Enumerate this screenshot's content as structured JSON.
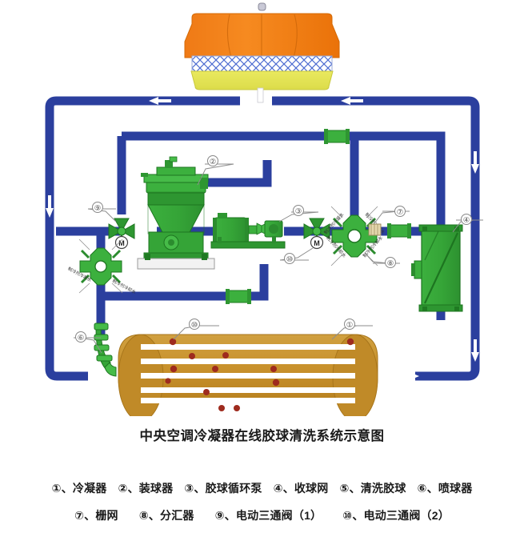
{
  "title": "中央空调冷凝器在线胶球清洗系统示意图",
  "legend": {
    "row1": [
      {
        "marker": "①",
        "sep": "、",
        "label": "冷凝器"
      },
      {
        "marker": "②",
        "sep": "、",
        "label": "装球器"
      },
      {
        "marker": "③",
        "sep": "、",
        "label": "胶球循环泵"
      },
      {
        "marker": "④",
        "sep": "、",
        "label": "收球网"
      },
      {
        "marker": "⑤",
        "sep": "、",
        "label": "清洗胶球"
      },
      {
        "marker": "⑥",
        "sep": "、",
        "label": "喷球器"
      }
    ],
    "row2": [
      {
        "marker": "⑦",
        "sep": "、",
        "label": "栅网"
      },
      {
        "marker": "⑧",
        "sep": "、",
        "label": "分汇器"
      },
      {
        "marker": "⑨",
        "sep": "、",
        "label": "电动三通阀（1）"
      },
      {
        "marker": "⑩",
        "sep": "、",
        "label": "电动三通阀（2）"
      }
    ]
  },
  "callouts": {
    "condenser": "①",
    "ball_loader": "②",
    "circulation_pump": "③",
    "ball_catcher": "④",
    "cleaning_balls": "⑩",
    "ball_injector": "⑥",
    "grille": "⑦",
    "distributor": "⑧",
    "three_way_valve_1": "⑨",
    "three_way_valve_2": "⑩"
  },
  "valve_actuators": {
    "valve_9_symbol": "M",
    "valve_10_symbol": "M"
  },
  "pipe_labels": {
    "left_upper": "制冷剂冷凝水",
    "left_lower": "制冷剂冷却水",
    "right_upper": "制冷剂冷凝水",
    "right_lower": "制冷剂冷却水"
  },
  "flow_arrows": [
    {
      "name": "top-left-arrow",
      "direction": "left"
    },
    {
      "name": "top-right-arrow",
      "direction": "left"
    },
    {
      "name": "left-down-arrow",
      "direction": "down"
    },
    {
      "name": "bottom-left-arrow",
      "direction": "right"
    },
    {
      "name": "bottom-right-arrow",
      "direction": "right"
    },
    {
      "name": "right-up-arrow-lower",
      "direction": "up"
    },
    {
      "name": "right-up-arrow-upper",
      "direction": "up"
    }
  ],
  "colors": {
    "pipe_blue": "#2b3f9e",
    "equipment_green": "#36a93a",
    "tower_orange": "#f47b20",
    "tower_yellow": "#eae451",
    "condenser_gold": "#c9932f",
    "ball_red": "#9e2b1e",
    "callout_gray": "#777777"
  },
  "equipment_counts": {
    "cleaning_balls_visible": 12,
    "condenser_tubes": 5
  }
}
